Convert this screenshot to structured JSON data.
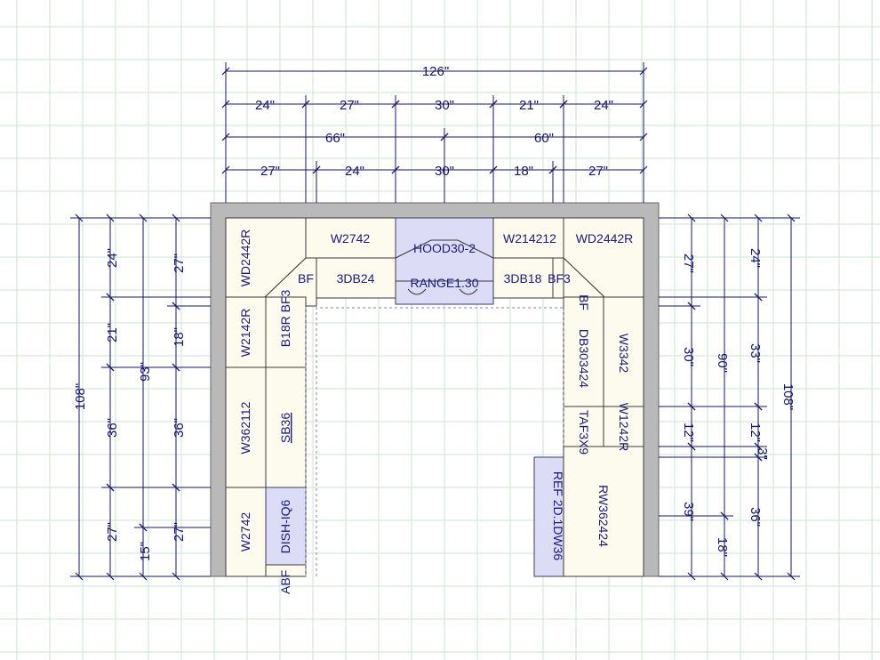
{
  "colors": {
    "grid": "#cfe4cf",
    "wall": "#b9b9b9",
    "cabinet": "#fdfaee",
    "appliance": "#dcdcf6",
    "ink": "#14146e"
  },
  "labels": {
    "wd2442r_left": "WD2442R",
    "w2742_top": "W2742",
    "hood": "HOOD30-2",
    "w214212": "W214212",
    "wd2442r_right": "WD2442R",
    "bf_top_left": "BF",
    "db3_24": "3DB24",
    "range": "RANGE1.30",
    "db3_18": "3DB18",
    "bf3_top": "BF3",
    "bf_right": "BF",
    "w2142r": "W2142R",
    "b18r_bf3": "B18R BF3",
    "db303424": "DB303424",
    "w3342": "W3342",
    "w362112": "W362112",
    "sb36": "SB36",
    "taf3x9": "TAF3X9",
    "w1242r": "W1242R",
    "ref": "REF 2D.1DW36",
    "rw362424": "RW362424",
    "w2742_left": "W2742",
    "dish": "DISH-IQ6",
    "abf": "ABF"
  },
  "dims": {
    "top_row1": [
      "126\""
    ],
    "top_row2": [
      "24\"",
      "27\"",
      "30\"",
      "21\"",
      "24\""
    ],
    "top_row3": [
      "66\"",
      "60\""
    ],
    "top_row4": [
      "27\"",
      "24\"",
      "30\"",
      "18\"",
      "27\""
    ],
    "left_outer": "108\"",
    "left_a": [
      "24\"",
      "21\"",
      "36\"",
      "27\""
    ],
    "left_b": [
      "93\"",
      "15\""
    ],
    "left_c": [
      "27\"",
      "18\"",
      "36\"",
      "27\""
    ],
    "right_a": [
      "27\"",
      "30\"",
      "12\"",
      "39\""
    ],
    "right_b": [
      "90\"",
      "18\""
    ],
    "right_c": [
      "24\"",
      "33\"",
      "12\"",
      "3\"",
      "36\""
    ],
    "right_outer": "108\""
  }
}
